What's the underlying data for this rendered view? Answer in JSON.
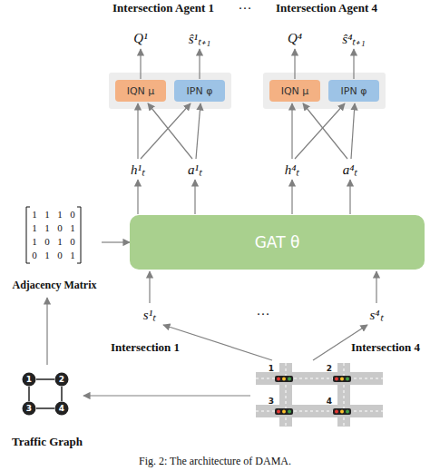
{
  "diagram": {
    "caption": "Fig. 2: The architecture of DAMA.",
    "nodes": [
      {
        "text": [
          "IQN μ"
        ]
      },
      {
        "text": [
          "IPN φ"
        ]
      },
      {
        "text": [
          "IQN μ"
        ]
      },
      {
        "text": [
          "IPN φ"
        ]
      },
      {
        "text": [
          "GAT θ"
        ]
      },
      {
        "text": [
          "Adjacency Matrix"
        ]
      },
      {
        "text": [
          "1"
        ]
      },
      {
        "text": [
          "2"
        ]
      },
      {
        "text": [
          "3"
        ]
      },
      {
        "text": [
          "4"
        ]
      }
    ],
    "edges": [
      {
        "from": 5,
        "to": 4,
        "arrow": "to"
      },
      {
        "from": 6,
        "to": 7,
        "arrow": "none"
      },
      {
        "from": 6,
        "to": 8,
        "arrow": "none"
      },
      {
        "from": 7,
        "to": 9,
        "arrow": "none"
      },
      {
        "from": 8,
        "to": 9,
        "arrow": "none"
      }
    ],
    "labels": [
      "Intersection Agent 1",
      "···",
      "Intersection Agent 4",
      "Q¹",
      "ŝ¹ₜ₊₁",
      "Q⁴",
      "ŝ⁴ₜ₊₁",
      "h¹ₜ",
      "a¹ₜ",
      "h⁴ₜ",
      "a⁴ₜ",
      "1",
      "1",
      "1",
      "0",
      "1",
      "1",
      "0",
      "1",
      "1",
      "0",
      "1",
      "0",
      "0",
      "1",
      "0",
      "1",
      "s¹ₜ",
      "···",
      "s⁴ₜ",
      "Intersection 1",
      "Intersection 4",
      "1",
      "2",
      "3",
      "4",
      "Traffic Graph"
    ]
  }
}
